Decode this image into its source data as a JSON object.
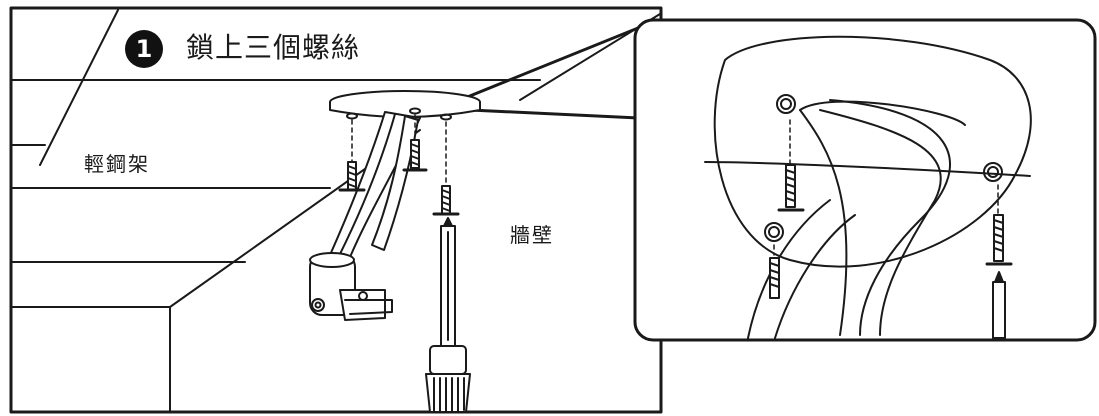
{
  "step": {
    "number": "1",
    "title": "鎖上三個螺絲"
  },
  "labels": {
    "ceiling_frame": "輕鋼架",
    "wall": "牆壁"
  },
  "colors": {
    "line": "#1a1a1a",
    "background": "#ffffff",
    "badge": "#111111"
  },
  "icons": [
    "screw-icon",
    "screwdriver-icon",
    "mount-bracket-icon"
  ]
}
